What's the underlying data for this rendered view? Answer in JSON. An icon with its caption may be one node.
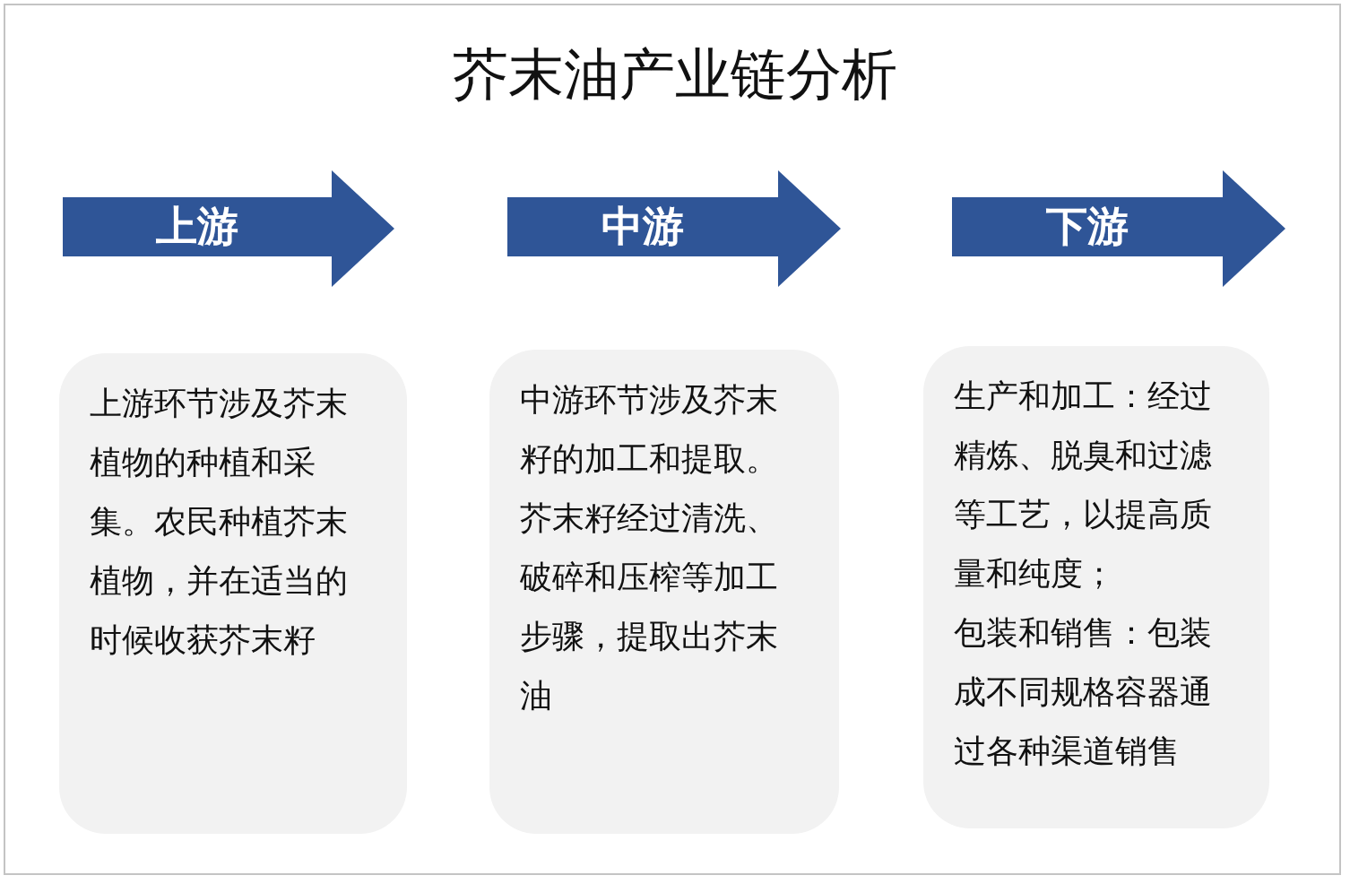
{
  "diagram": {
    "title": "芥末油产业链分析",
    "nodes": [
      {
        "text": [
          "上游"
        ]
      },
      {
        "text": [
          "中游"
        ]
      },
      {
        "text": [
          "下游"
        ]
      },
      {
        "text": [
          "上游环节涉及芥末植物的种植和采集。农民种植芥末植物，并在适当的时候收获芥末籽"
        ]
      },
      {
        "text": [
          "中游环节涉及芥末籽的加工和提取。芥末籽经过清洗、破碎和压榨等加工步骤，提取出芥末油"
        ]
      },
      {
        "text": [
          "生产和加工：经过精炼、脱臭和过滤等工艺，以提高质量和纯度；",
          "包装和销售：包装成不同规格容器通过各种渠道销售"
        ]
      }
    ]
  }
}
